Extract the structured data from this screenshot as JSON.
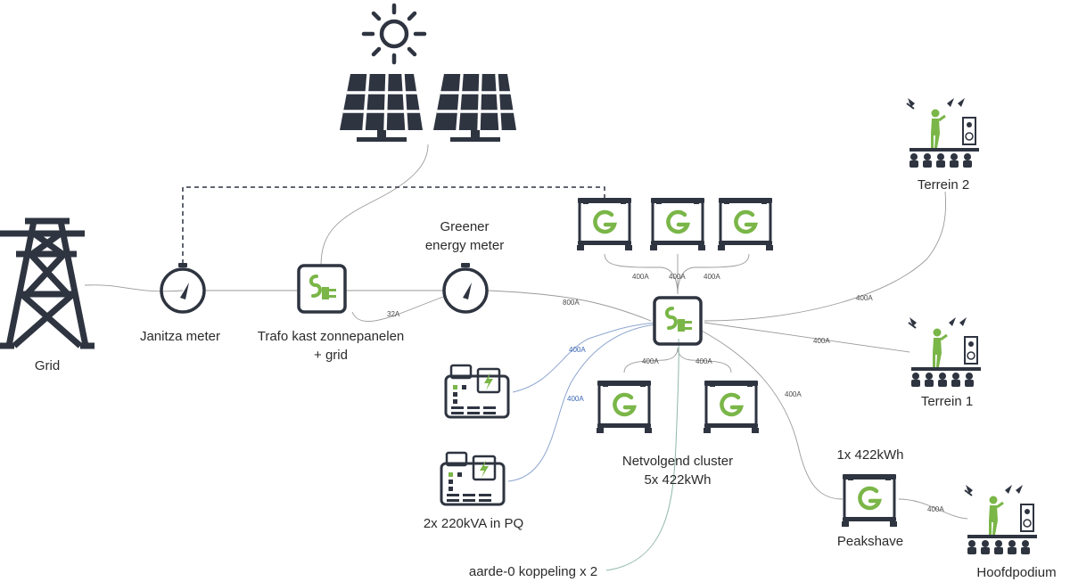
{
  "labels": {
    "grid": "Grid",
    "janitza": "Janitza meter",
    "trafo_1": "Trafo kast zonnepanelen",
    "trafo_2": "+ grid",
    "greener_1": "Greener",
    "greener_2": "energy meter",
    "generators": "2x 220kVA in PQ",
    "cluster_1": "Netvolgend cluster",
    "cluster_2": "5x 422kWh",
    "aarde": "aarde-0 koppeling x 2",
    "peak_top": "1x 422kWh",
    "peak_bottom": "Peakshave",
    "terrein2": "Terrein 2",
    "terrein1": "Terrein 1",
    "hoofd": "Hoofdpodium"
  },
  "ratings": {
    "r32": "32A",
    "r800": "800A",
    "r400_top_left": "400A",
    "r400_top_mid": "400A",
    "r400_top_right": "400A",
    "r400_gen1": "400A",
    "r400_gen2": "400A",
    "r400_bot_left": "400A",
    "r400_bot_right": "400A",
    "r400_terrein2": "400A",
    "r400_terrein1": "400A",
    "r400_peak_in": "400A",
    "r400_peak_out": "400A"
  },
  "colors": {
    "dark": "#2e3440",
    "accent_green": "#7ab648",
    "rating_blue": "#3b67b5"
  },
  "icons": [
    "transmission-tower-icon",
    "sun-icon",
    "solar-panel-icon",
    "meter-gauge-icon",
    "power-plug-icon",
    "battery-unit-icon",
    "generator-icon",
    "stage-icon"
  ]
}
